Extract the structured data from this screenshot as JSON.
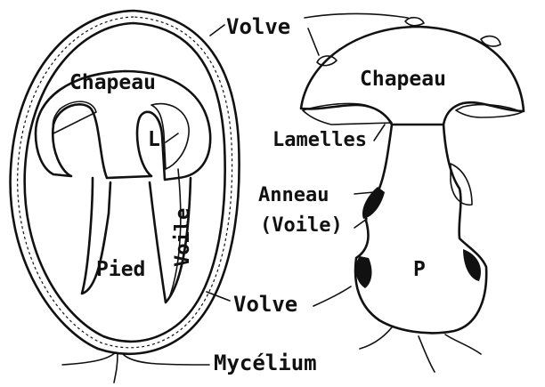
{
  "figure": {
    "labels": {
      "volve_top": "Volve",
      "chapeau_left": "Chapeau",
      "chapeau_right": "Chapeau",
      "lamelles": "Lamelles",
      "l_marker": "L",
      "anneau": "Anneau",
      "voile_paren": "(Voile)",
      "voile_vertical": "Voile",
      "pied": "Pied",
      "p_marker": "P",
      "volve_bottom": "Volve",
      "mycelium": "Mycélium"
    }
  },
  "colors": {
    "ink": "#111111",
    "paper": "#ffffff"
  }
}
